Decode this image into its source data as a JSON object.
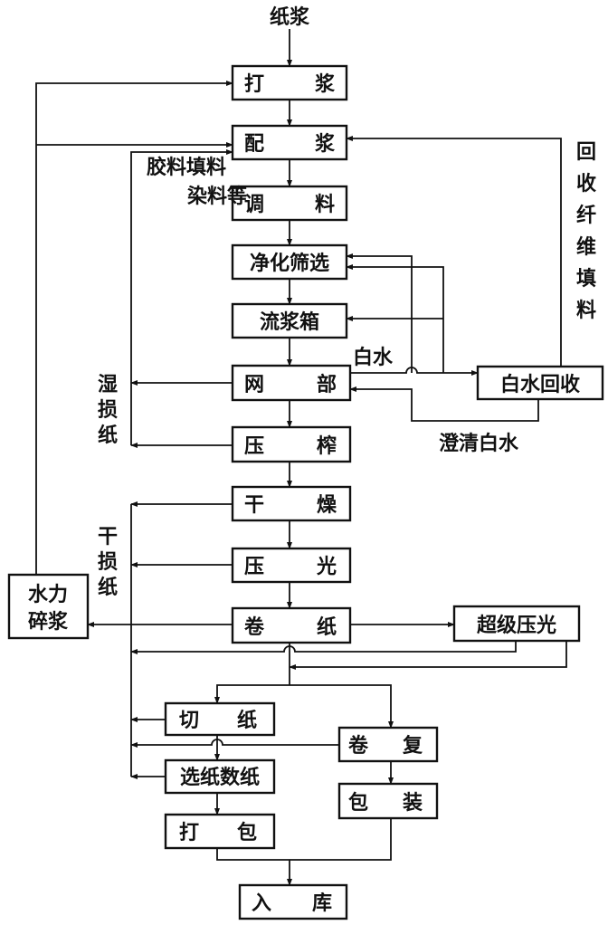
{
  "title": "纸浆",
  "steps": {
    "beating": [
      "打",
      "浆"
    ],
    "stock_prep": [
      "配",
      "浆"
    ],
    "additive": [
      "调",
      "料"
    ],
    "cleaning": "净化筛选",
    "headbox": "流浆箱",
    "wire": [
      "网",
      "部"
    ],
    "press": [
      "压",
      "榨"
    ],
    "drying": [
      "干",
      "燥"
    ],
    "calender": [
      "压",
      "光"
    ],
    "reel": [
      "卷",
      "纸"
    ],
    "supercalender": "超级压光",
    "whitewater_recovery": "白水回收",
    "pulper": [
      "水力",
      "碎浆"
    ],
    "cutting": [
      "切",
      "纸"
    ],
    "rewinding": [
      "卷",
      "复"
    ],
    "sorting": "选纸数纸",
    "wrapping": [
      "包",
      "装"
    ],
    "baling": [
      "打",
      "包"
    ],
    "storage": [
      "入",
      "库"
    ]
  },
  "labels": {
    "additives1": "胶料填料",
    "additives2": "染料等",
    "white_water": "白水",
    "clarified_white_water": "澄清白水",
    "recovered_fiber": [
      "回",
      "收",
      "纤",
      "维",
      "填",
      "料"
    ],
    "wet_broke": [
      "湿",
      "损",
      "纸"
    ],
    "dry_broke": [
      "干",
      "损",
      "纸"
    ]
  }
}
